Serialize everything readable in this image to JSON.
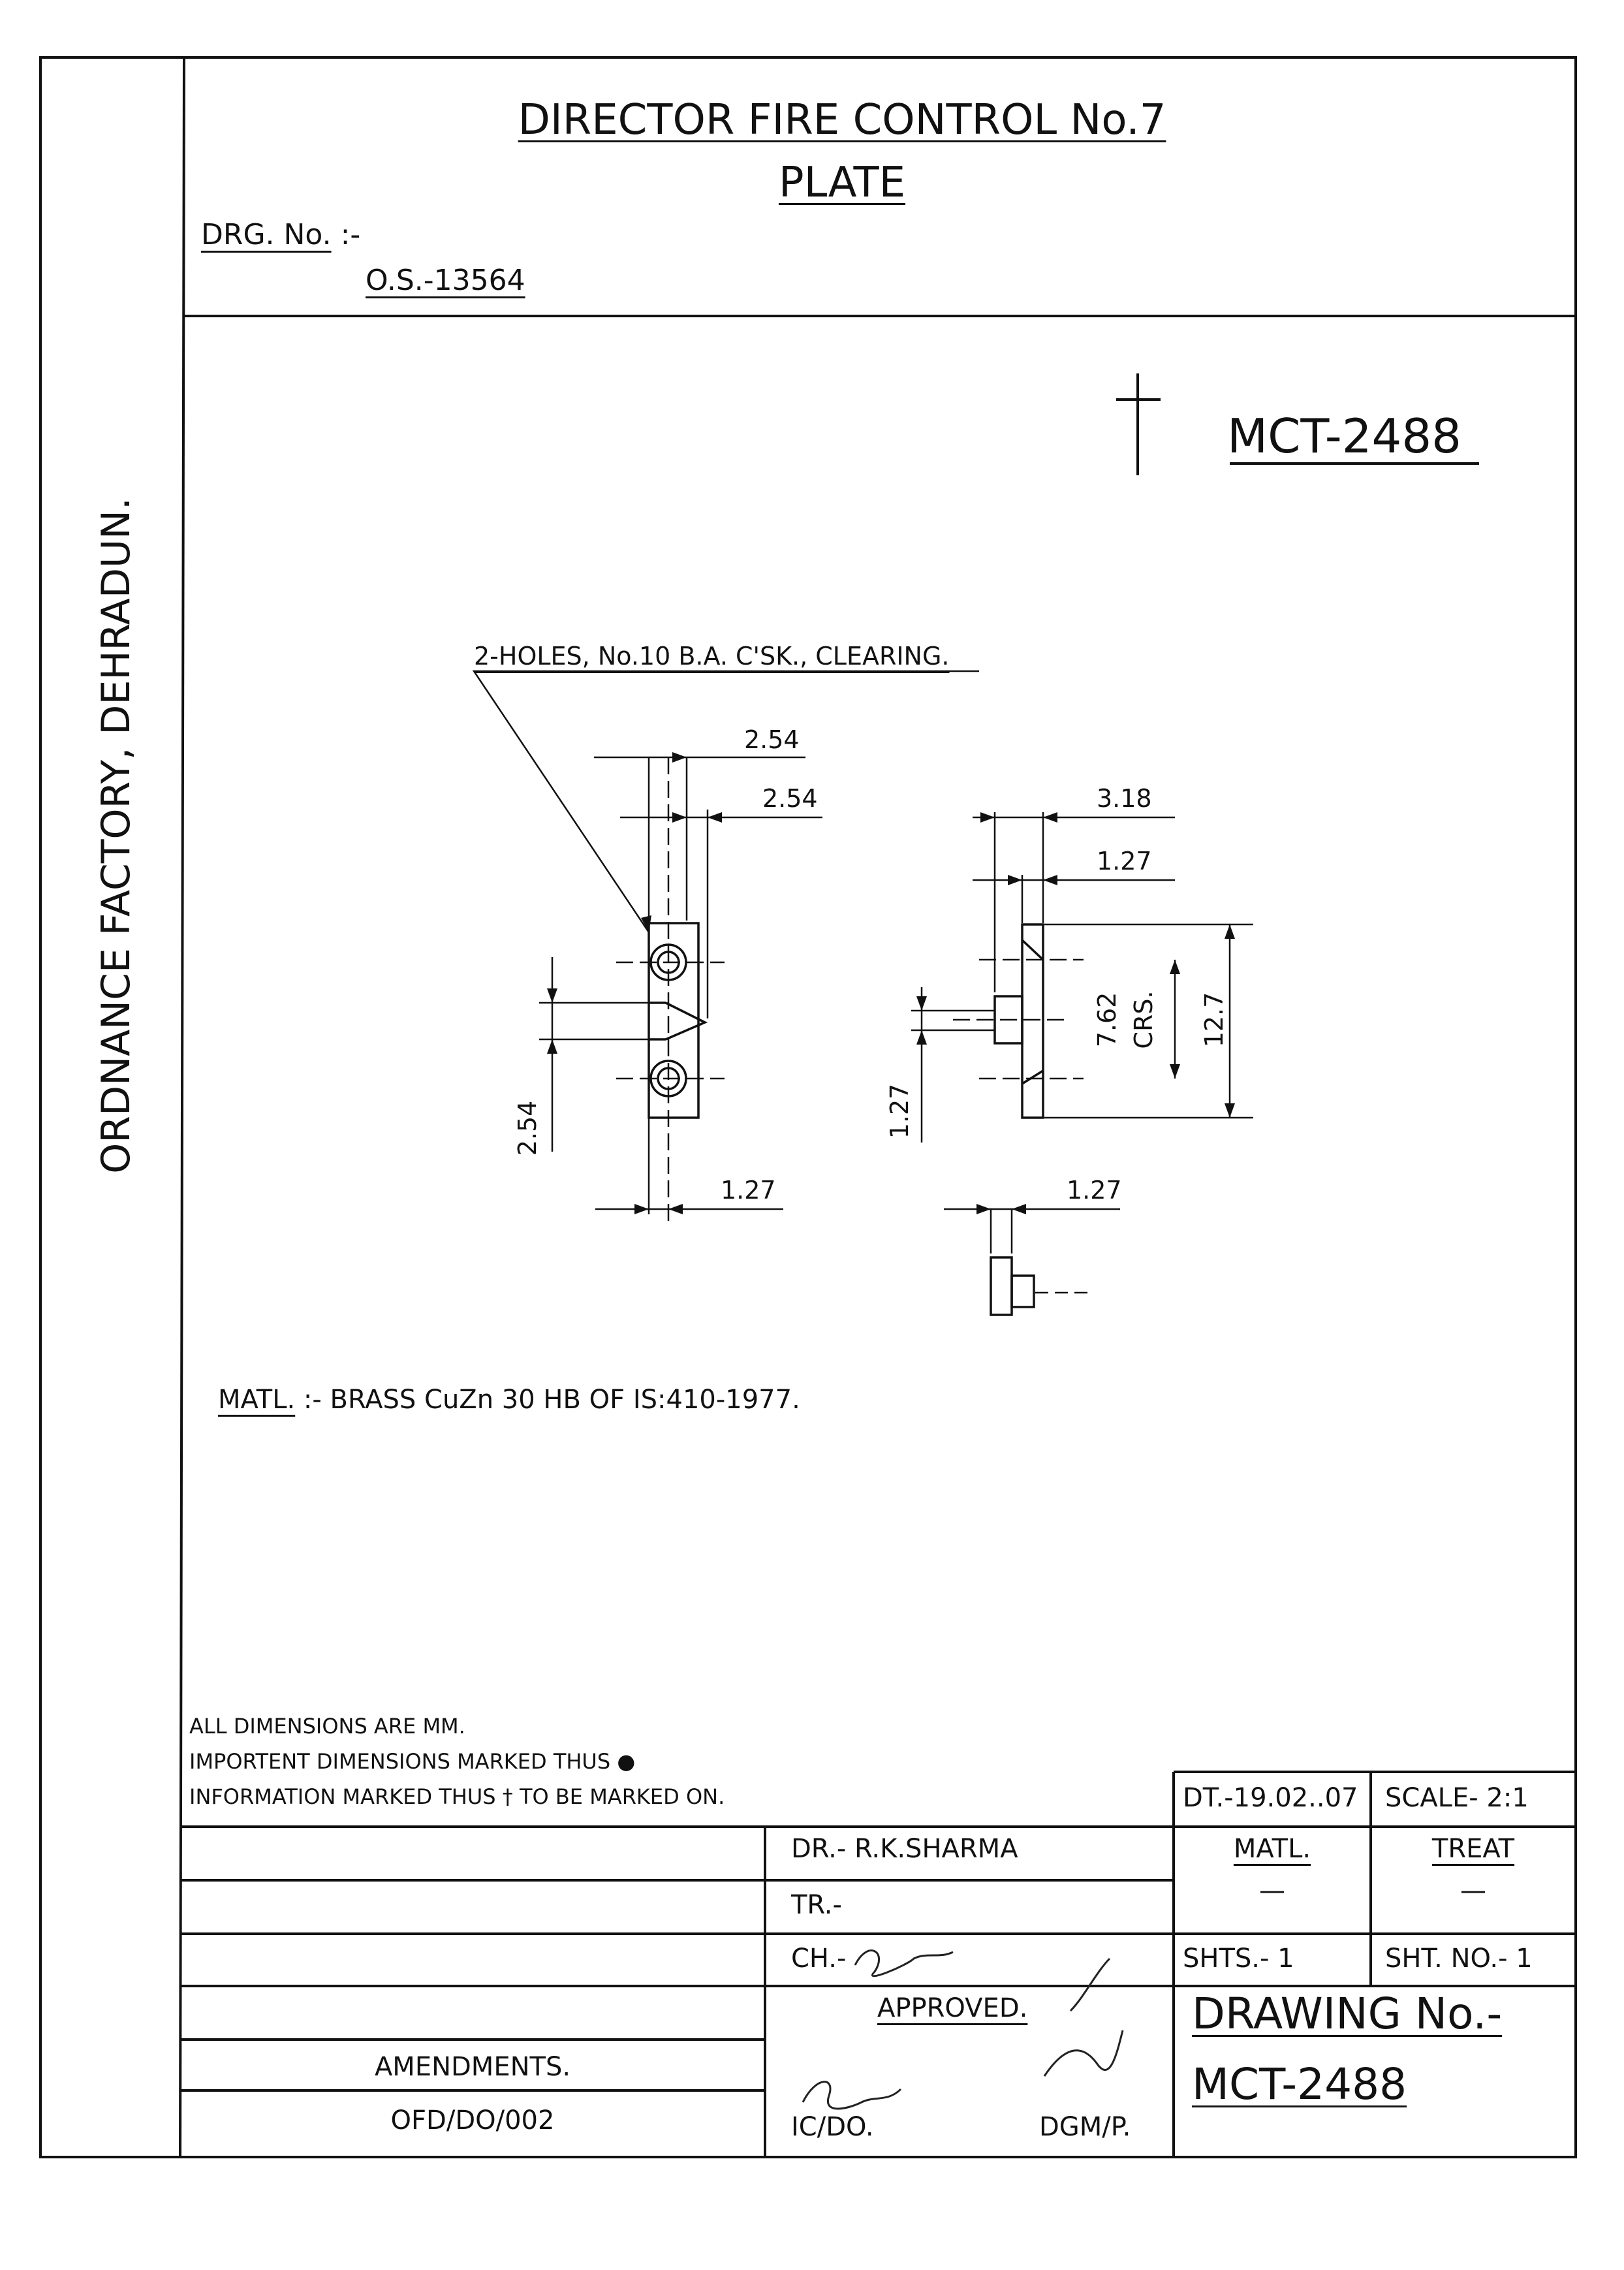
{
  "header": {
    "title_line1": "DIRECTOR FIRE CONTROL No.7",
    "title_line2": "PLATE",
    "drg_label": "DRG. No.",
    "drg_sep": ":-",
    "drg_number": "O.S.-13564"
  },
  "side_text": "ORDNANCE FACTORY, DEHRADUN.",
  "mark_symbol": "†",
  "part_number": "MCT-2488",
  "drawing": {
    "holes_callout": "2-HOLES, No.10 B.A. C'SK., CLEARING.",
    "dims": {
      "front_top_outer": "2.54",
      "front_top_inner": "2.54",
      "front_left_vertical": "2.54",
      "front_bottom": "1.27",
      "side_top_outer": "3.18",
      "side_top_inner": "1.27",
      "side_crs_value": "7.62",
      "side_crs_label": "CRS.",
      "side_height": "12.7",
      "side_left_vertical": "1.27",
      "small_view_top": "1.27"
    }
  },
  "material": {
    "label": "MATL.",
    "text": ":- BRASS CuZn 30 HB OF IS:410-1977."
  },
  "notes": [
    "ALL DIMENSIONS ARE MM.",
    "IMPORTENT DIMENSIONS MARKED THUS ●",
    "INFORMATION MARKED THUS † TO BE MARKED ON."
  ],
  "title_block": {
    "date": "DT.-19.02..07",
    "scale": "SCALE-  2:1",
    "drawn_by": "DR.- R.K.SHARMA",
    "traced": "TR.-",
    "checked": "CH.-",
    "matl_label": "MATL.",
    "matl_value": "—",
    "treat_label": "TREAT",
    "treat_value": "—",
    "sheets": "SHTS.- 1",
    "sheet_no": "SHT. NO.- 1",
    "approved": "APPROVED.",
    "ic_do": "IC/DO.",
    "dgm_p": "DGM/P.",
    "drawing_no_label": "DRAWING No.-",
    "drawing_no_value": "MCT-2488",
    "amendments": "AMENDMENTS.",
    "form_no": "OFD/DO/002"
  }
}
